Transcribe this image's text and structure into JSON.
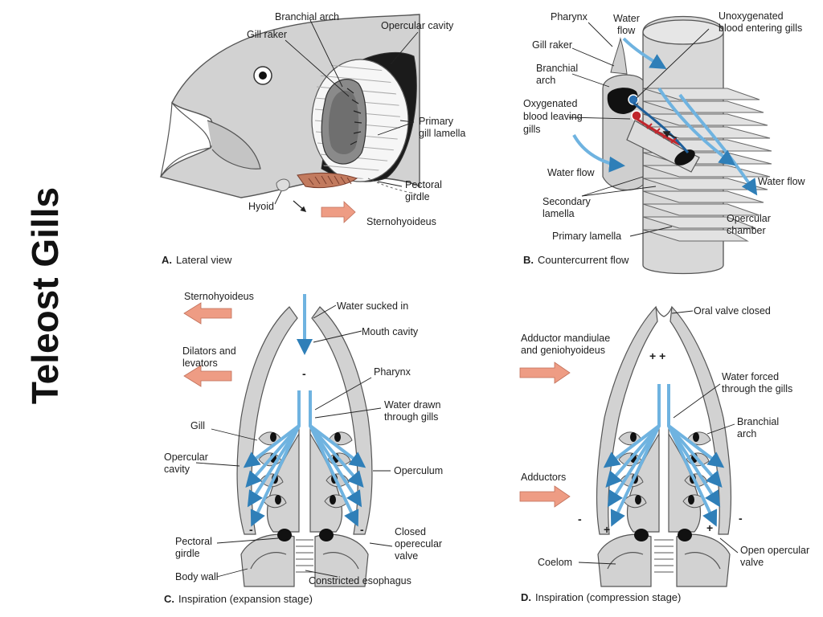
{
  "slide_title": "Teleost Gills",
  "colors": {
    "tissue": "#d2d2d2",
    "tissue_dark": "#a8a8a8",
    "water": "#6fb3e0",
    "water_edge": "#2f7fb8",
    "muscle_arrow": "#ee9c84",
    "oxygenated_blood": "#c0262c",
    "unoxygenated_blood": "#1f5f9a",
    "label_text": "#1e1e1e"
  },
  "panel_a": {
    "letter": "A.",
    "caption": "Lateral view",
    "labels": {
      "branchial_arch": "Branchial arch",
      "gill_raker": "Gill raker",
      "opercular_cavity": "Opercular cavity",
      "primary_gill_lamella_1": "Primary",
      "primary_gill_lamella_2": "gill lamella",
      "pectoral_girdle_1": "Pectoral",
      "pectoral_girdle_2": "girdle",
      "hyoid": "Hyoid",
      "sternohyoideus": "Sternohyoideus"
    }
  },
  "panel_b": {
    "letter": "B.",
    "caption": "Countercurrent flow",
    "labels": {
      "pharynx": "Pharynx",
      "water_flow_top_1": "Water",
      "water_flow_top_2": "flow",
      "unoxygenated_1": "Unoxygenated",
      "unoxygenated_2": "blood entering gills",
      "gill_raker": "Gill raker",
      "branchial_arch_1": "Branchial",
      "branchial_arch_2": "arch",
      "oxygenated_1": "Oxygenated",
      "oxygenated_2": "blood leaving",
      "oxygenated_3": "gills",
      "water_flow_left": "Water flow",
      "water_flow_right": "Water flow",
      "secondary_lamella_1": "Secondary",
      "secondary_lamella_2": "lamella",
      "opercular_chamber_1": "Opercular",
      "opercular_chamber_2": "chamber",
      "primary_lamella": "Primary lamella"
    }
  },
  "panel_c": {
    "letter": "C.",
    "caption": "Inspiration (expansion stage)",
    "labels": {
      "sternohyoideus": "Sternohyoideus",
      "water_sucked_in": "Water sucked in",
      "mouth_cavity": "Mouth cavity",
      "dilators_1": "Dilators and",
      "dilators_2": "levators",
      "pharynx": "Pharynx",
      "water_drawn_1": "Water drawn",
      "water_drawn_2": "through gills",
      "gill": "Gill",
      "opercular_cavity_1": "Opercular",
      "opercular_cavity_2": "cavity",
      "operculum": "Operculum",
      "pectoral_girdle_1": "Pectoral",
      "pectoral_girdle_2": "girdle",
      "closed_valve_1": "Closed",
      "closed_valve_2": "operecular",
      "closed_valve_3": "valve",
      "body_wall": "Body wall",
      "constricted_esophagus": "Constricted esophagus"
    },
    "signs": {
      "mouth": "-",
      "left": "-",
      "right": "-"
    }
  },
  "panel_d": {
    "letter": "D.",
    "caption": "Inspiration (compression stage)",
    "labels": {
      "oral_valve_closed": "Oral valve closed",
      "adductor_1": "Adductor mandiulae",
      "adductor_2": "and geniohyoideus",
      "water_forced_1": "Water forced",
      "water_forced_2": "through the gills",
      "branchial_arch_1": "Branchial",
      "branchial_arch_2": "arch",
      "adductors": "Adductors",
      "coelom": "Coelom",
      "open_valve_1": "Open opercular",
      "open_valve_2": "valve"
    },
    "signs": {
      "mouth": "+ +",
      "left_minus": "-",
      "left_plus": "+",
      "right_plus": "+",
      "right_minus": "-"
    }
  }
}
